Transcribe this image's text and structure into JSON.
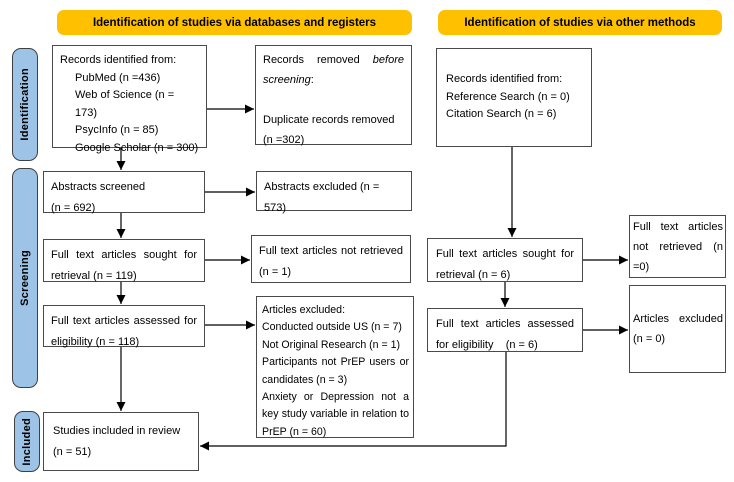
{
  "headers": {
    "databases": "Identification of studies via databases and registers",
    "other_methods": "Identification of studies via other methods"
  },
  "sidebar": {
    "identification": "Identification",
    "screening": "Screening",
    "included": "Included"
  },
  "boxes": {
    "records_databases": {
      "title": "Records identified from:",
      "items": [
        "PubMed (n =436)",
        "Web of Science (n = 173)",
        "PsycInfo (n = 85)",
        "Google Scholar (n = 300)"
      ]
    },
    "records_removed": {
      "text_pre": "Records removed ",
      "text_italic": "before screening",
      "text_post": ":",
      "detail": "Duplicate records removed",
      "count": "(n =302)"
    },
    "abstracts_screened": {
      "line1": "Abstracts screened",
      "line2": "(n = 692)"
    },
    "abstracts_excluded": {
      "text": "Abstracts excluded (n = 573)"
    },
    "fulltext_sought": {
      "text": "Full text articles sought for retrieval (n = 119)"
    },
    "fulltext_not_retrieved": {
      "text": "Full text articles not retrieved (n = 1)"
    },
    "fulltext_assessed": {
      "text": "Full text articles assessed for eligibility (n = 118)"
    },
    "articles_excluded": {
      "title": "Articles excluded:",
      "items": [
        "Conducted outside US (n = 7)",
        "Not Original Research (n = 1)",
        "Participants not PrEP users or candidates (n = 3)",
        "Anxiety or Depression not a key study variable in relation to PrEP (n = 60)"
      ]
    },
    "studies_included": {
      "line1": "Studies included in review",
      "line2": "(n = 51)"
    },
    "records_other": {
      "title": "Records identified from:",
      "items": [
        "Reference Search (n = 0)",
        "Citation Search (n = 6)"
      ]
    },
    "fulltext_sought_other": {
      "text": "Full text articles sought for retrieval (n = 6)"
    },
    "fulltext_not_retrieved_other": {
      "text": "Full text articles not retrieved (n =0)"
    },
    "fulltext_assessed_other": {
      "text": "Full text articles assessed for eligibility    (n = 6)"
    },
    "articles_excluded_other": {
      "text": "Articles excluded (n = 0)"
    }
  },
  "colors": {
    "header_bg": "#FFC000",
    "sidebar_bg": "#9DC3E6",
    "box_border": "#4A4A4A",
    "arrow": "#000000"
  }
}
